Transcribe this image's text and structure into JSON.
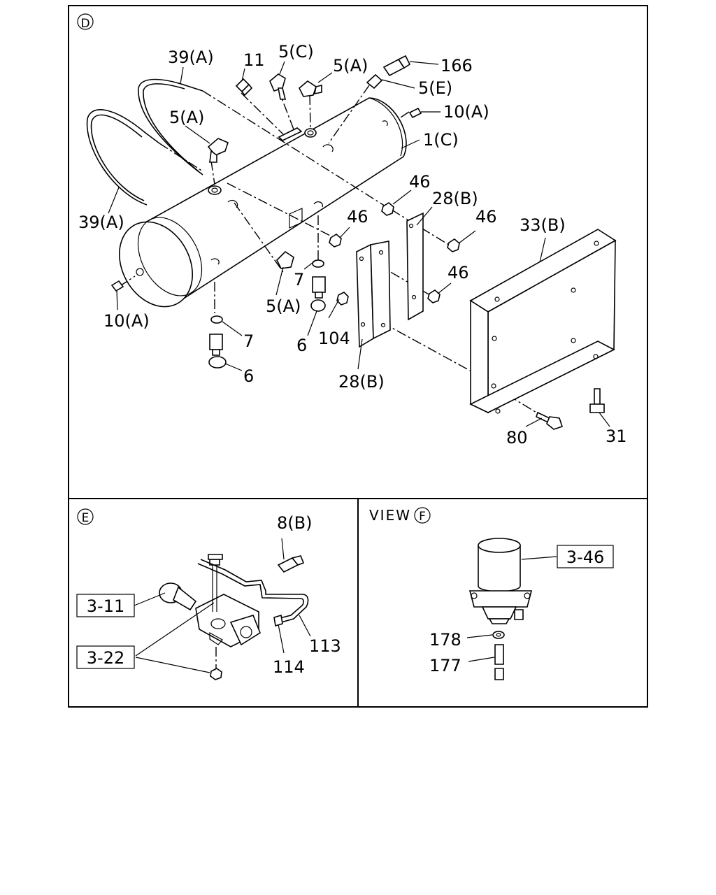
{
  "panels": {
    "d": {
      "marker": "D"
    },
    "e": {
      "marker": "E"
    },
    "f": {
      "view_word": "VIEW",
      "marker": "F"
    }
  },
  "labels_d": {
    "l39a_top": "39(A)",
    "l11": "11",
    "l5c": "5(C)",
    "l5a_top": "5(A)",
    "l166": "166",
    "l5e": "5(E)",
    "l10a_right": "10(A)",
    "l5a_left": "5(A)",
    "l1c": "1(C)",
    "l46_a": "46",
    "l28b_top": "28(B)",
    "l39a_left": "39(A)",
    "l46_b": "46",
    "l46_c": "46",
    "l33b": "33(B)",
    "l7_mid": "7",
    "l46_d": "46",
    "l5a_bottom": "5(A)",
    "l10a_left": "10(A)",
    "l104": "104",
    "l7_bottom": "7",
    "l6_mid": "6",
    "l28b_bottom": "28(B)",
    "l6_bottom": "6",
    "l80": "80",
    "l31": "31"
  },
  "labels_e": {
    "l8b": "8(B)",
    "ref_3_11": "3-11",
    "ref_3_22": "3-22",
    "l113": "113",
    "l114": "114"
  },
  "labels_f": {
    "ref_3_46": "3-46",
    "l178": "178",
    "l177": "177"
  }
}
